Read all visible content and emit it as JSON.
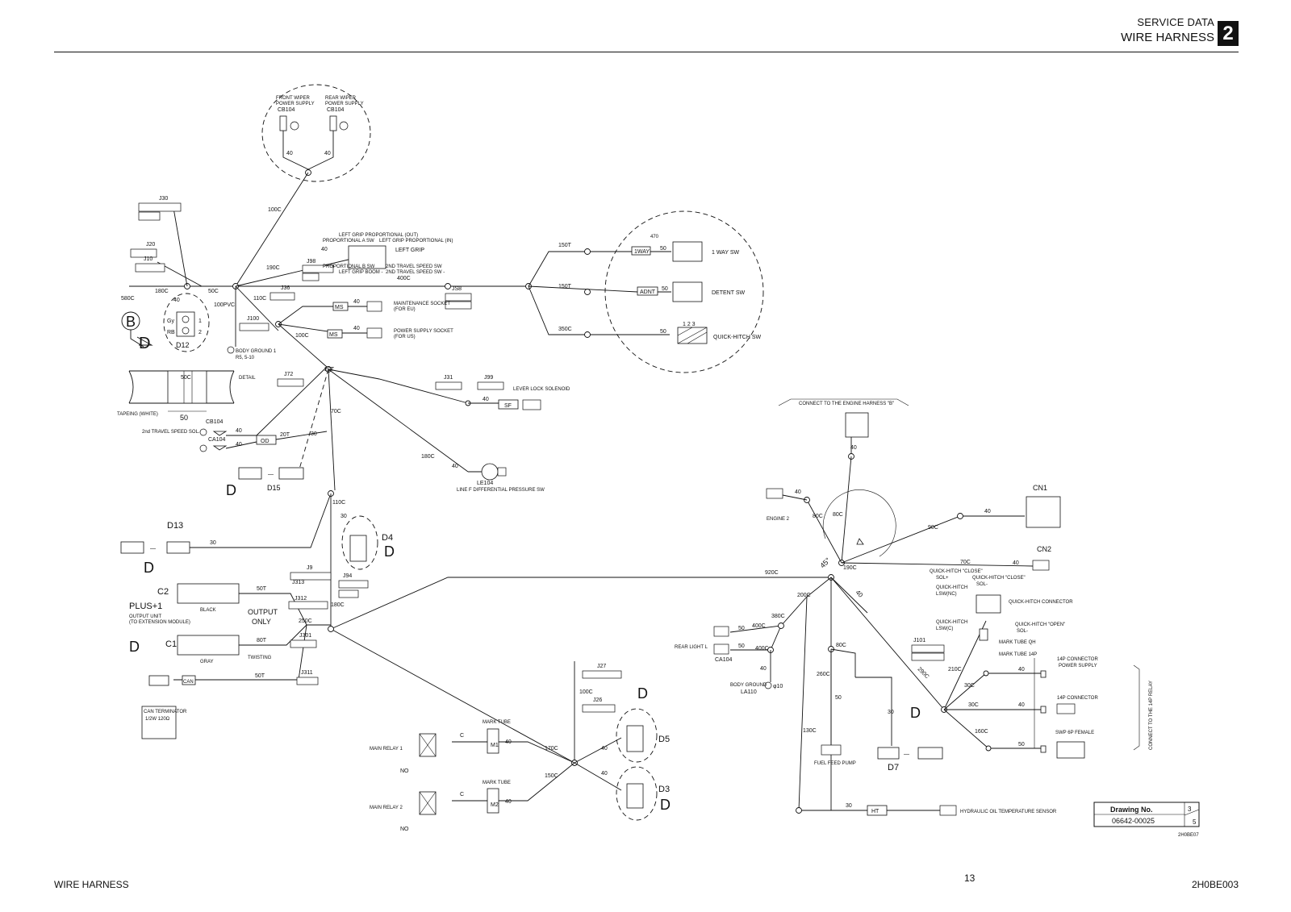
{
  "header": {
    "section": "SERVICE DATA",
    "title": "WIRE HARNESS",
    "chapter": "2"
  },
  "footer": {
    "left": "WIRE HARNESS",
    "page": "13",
    "code": "2H0BE003"
  },
  "drawing": {
    "label": "Drawing No.",
    "number": "06642-00025",
    "sheet": "3",
    "total": "5",
    "ref": "2H0BE07"
  },
  "labels": {
    "front_wiper": "FRONT WIPER",
    "front_wiper2": "POWER SUPPLY",
    "cb104": "CB104",
    "rear_wiper": "REAR WIPER",
    "rear_wiper2": "POWER SUPPLY",
    "left_grip": "LEFT GRIP",
    "one_way_sw": "1 WAY SW",
    "detent_sw": "DETENT SW",
    "quick_hitch_sw": "QUICK-HITCH SW",
    "one_way": "1WAY",
    "adnt": "ADNT",
    "maint_socket": "MAINTENANCE SOCKET",
    "for_eu": "(FOR EU)",
    "power_socket": "POWER SUPPLY SOCKET",
    "for_us": "(FOR US)",
    "ms": "MS",
    "body_ground1": "BODY GROUND 1",
    "r5": "R5, 5-10",
    "detail": "DETAIL",
    "taping": "TAPEING (WHITE)",
    "travel_sol": "2nd TRAVEL SPEED SOL.",
    "ca104": "CA104",
    "od": "OD",
    "lever_lock": "LEVER LOCK SOLENOID",
    "sf": "SF",
    "le104": "LE104",
    "line_f": "LINE F DIFFERENTIAL PRESSURE SW",
    "connect_engine": "CONNECT TO THE ENGINE HARNESS \"B\"",
    "engine2": "ENGINE 2",
    "cn1": "CN1",
    "cn2": "CN2",
    "quick_hitch_conn": "QUICK-HITCH CONNECTOR",
    "mark_tube_qh": "MARK TUBE QH",
    "mark_tube_14p": "MARK TUBE 14P",
    "conn14p_ps": "14P CONNECTOR",
    "conn14p_ps2": "POWER SUPPLY",
    "conn14p": "14P CONNECTOR",
    "swp": "SWP 6P FEMALE",
    "connect_14p_relay": "CONNECT TO THE 14P RELAY",
    "rear_light": "REAR LIGHT L",
    "body_ground": "BODY GROUND",
    "la110": "LA110",
    "phi10": "φ10",
    "fuel_pump": "FUEL FEED PUMP",
    "ht": "HT",
    "hyd_sensor": "HYDRAULIC OIL TEMPERATURE SENSOR",
    "d12": "D12",
    "d13": "D13",
    "d15": "D15",
    "d4": "D4",
    "d5": "D5",
    "d3": "D3",
    "d7": "D7",
    "j30": "J30",
    "j20": "J20",
    "j10": "J10",
    "j36": "J36",
    "j100": "J100",
    "j72": "J72",
    "j31": "J31",
    "j99": "J99",
    "j98": "J98",
    "js8": "JS8",
    "j9": "J9",
    "j94": "J94",
    "j312": "J312",
    "j313": "J313",
    "j301": "J301",
    "j311": "J311",
    "j27": "J27",
    "j26": "J26",
    "j101": "J101",
    "c2": "C2",
    "c1": "C1",
    "black": "BLACK",
    "gray": "GRAY",
    "plus1": "PLUS+1",
    "output_unit": "OUTPUT UNIT",
    "output_unit2": "(TO EXTENSION MODULE)",
    "output_only": "OUTPUT",
    "output_only2": "ONLY",
    "twisting": "TWISTING",
    "can": "CAN",
    "can_term": "CAN TERMINATOR",
    "can_term2": "1/2W 120Ω",
    "main_relay1": "MAIN RELAY 1",
    "main_relay2": "MAIN RELAY 2",
    "mark_tube": "MARK TUBE",
    "m1": "M1",
    "m2": "M2",
    "no": "NO",
    "c": "C",
    "b": "B",
    "gy": "Gy",
    "rb": "RB",
    "qh_close": "QUICK-HITCH \"CLOSE\"",
    "sol_plus": "SOL+",
    "sol_minus": "SOL-",
    "qh_nc": "QUICK-HITCH",
    "lsw_nc": "LSW(NC)",
    "qh_c": "QUICK-HITCH",
    "lsw_c": "LSW(C)",
    "qh_open": "QUICK-HITCH \"OPEN\"",
    "w470": "470"
  },
  "wires": {
    "w100c": "100C",
    "w190c": "190C",
    "w580c": "580C",
    "w180c": "180C",
    "w50c": "50C",
    "w110c": "110C",
    "w100c2": "100C",
    "w100pvc": "100PVC",
    "w150t": "150T",
    "w350c": "350C",
    "w400c": "400C",
    "w70c": "70C",
    "w180c2": "180C",
    "w30": "30",
    "w20t": "20T",
    "w40": "40",
    "w50t": "50T",
    "w80t": "80T",
    "w250c": "250C",
    "w920c": "920C",
    "w200c": "200C",
    "w380c": "380C",
    "w80c": "80C",
    "w90c": "90C",
    "w260c": "260C",
    "w130c": "130C",
    "w210c": "210C",
    "w160c": "160C",
    "w290c": "290C",
    "w170c": "170C",
    "w150c": "150C",
    "w30c": "30C",
    "w45": "45°",
    "w50": "50",
    "w1": "1",
    "w2": "2",
    "w3": "3"
  }
}
